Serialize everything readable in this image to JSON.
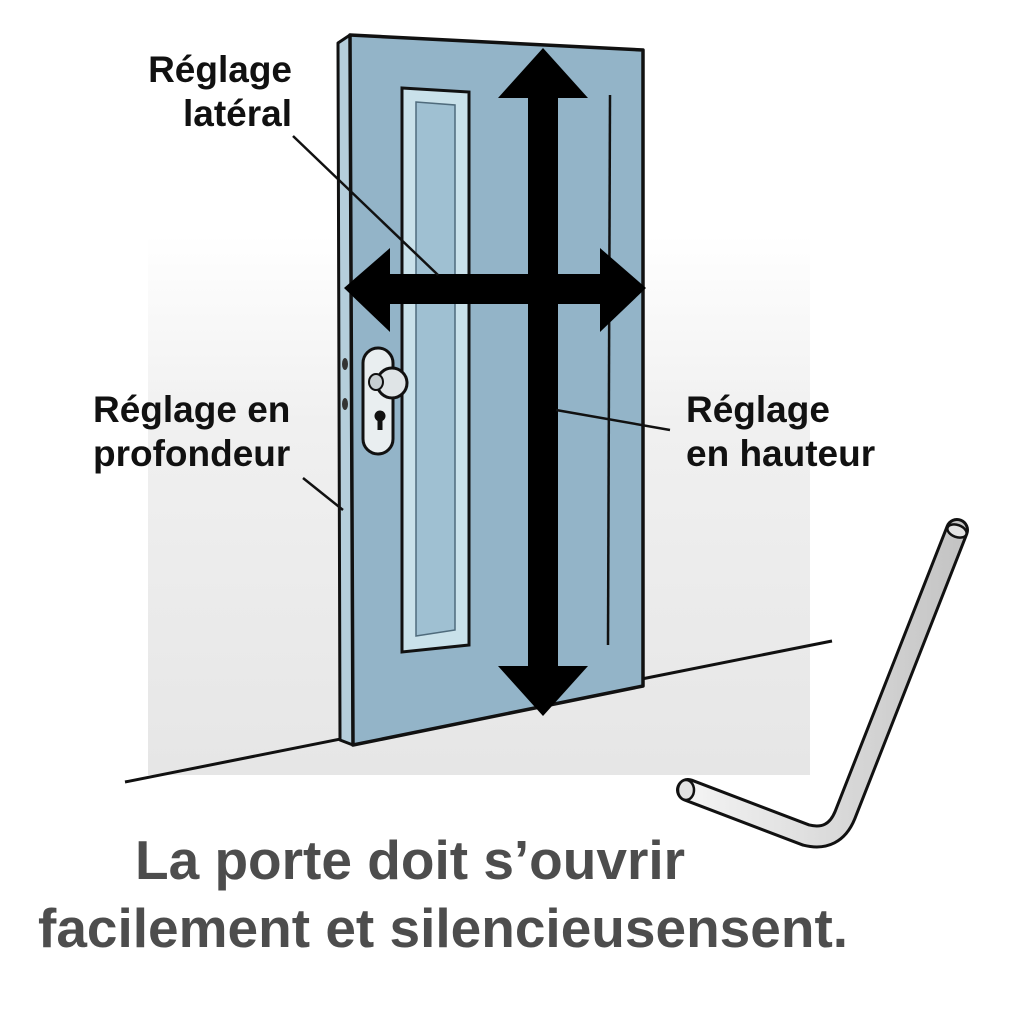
{
  "labels": {
    "lateral": [
      "Réglage",
      "latéral"
    ],
    "depth": [
      "Réglage en",
      "profondeur"
    ],
    "height": [
      "Réglage",
      "en hauteur"
    ]
  },
  "caption": {
    "line1": "La porte doit s’ouvrir",
    "line2": "facilement et silencieusensent."
  },
  "colors": {
    "door": "#93b4c8",
    "door_edge": "#b5cedb",
    "glass": "#c9e1ea",
    "wall": "#ececec",
    "outline": "#111111",
    "arrows": "#000000",
    "caption_text": "#4d4d4d",
    "allen_key": "#d8d8d8"
  },
  "icons": {
    "handle": "door-handle-icon",
    "keyhole": "keyhole-icon",
    "tool": "allen-key-icon"
  }
}
